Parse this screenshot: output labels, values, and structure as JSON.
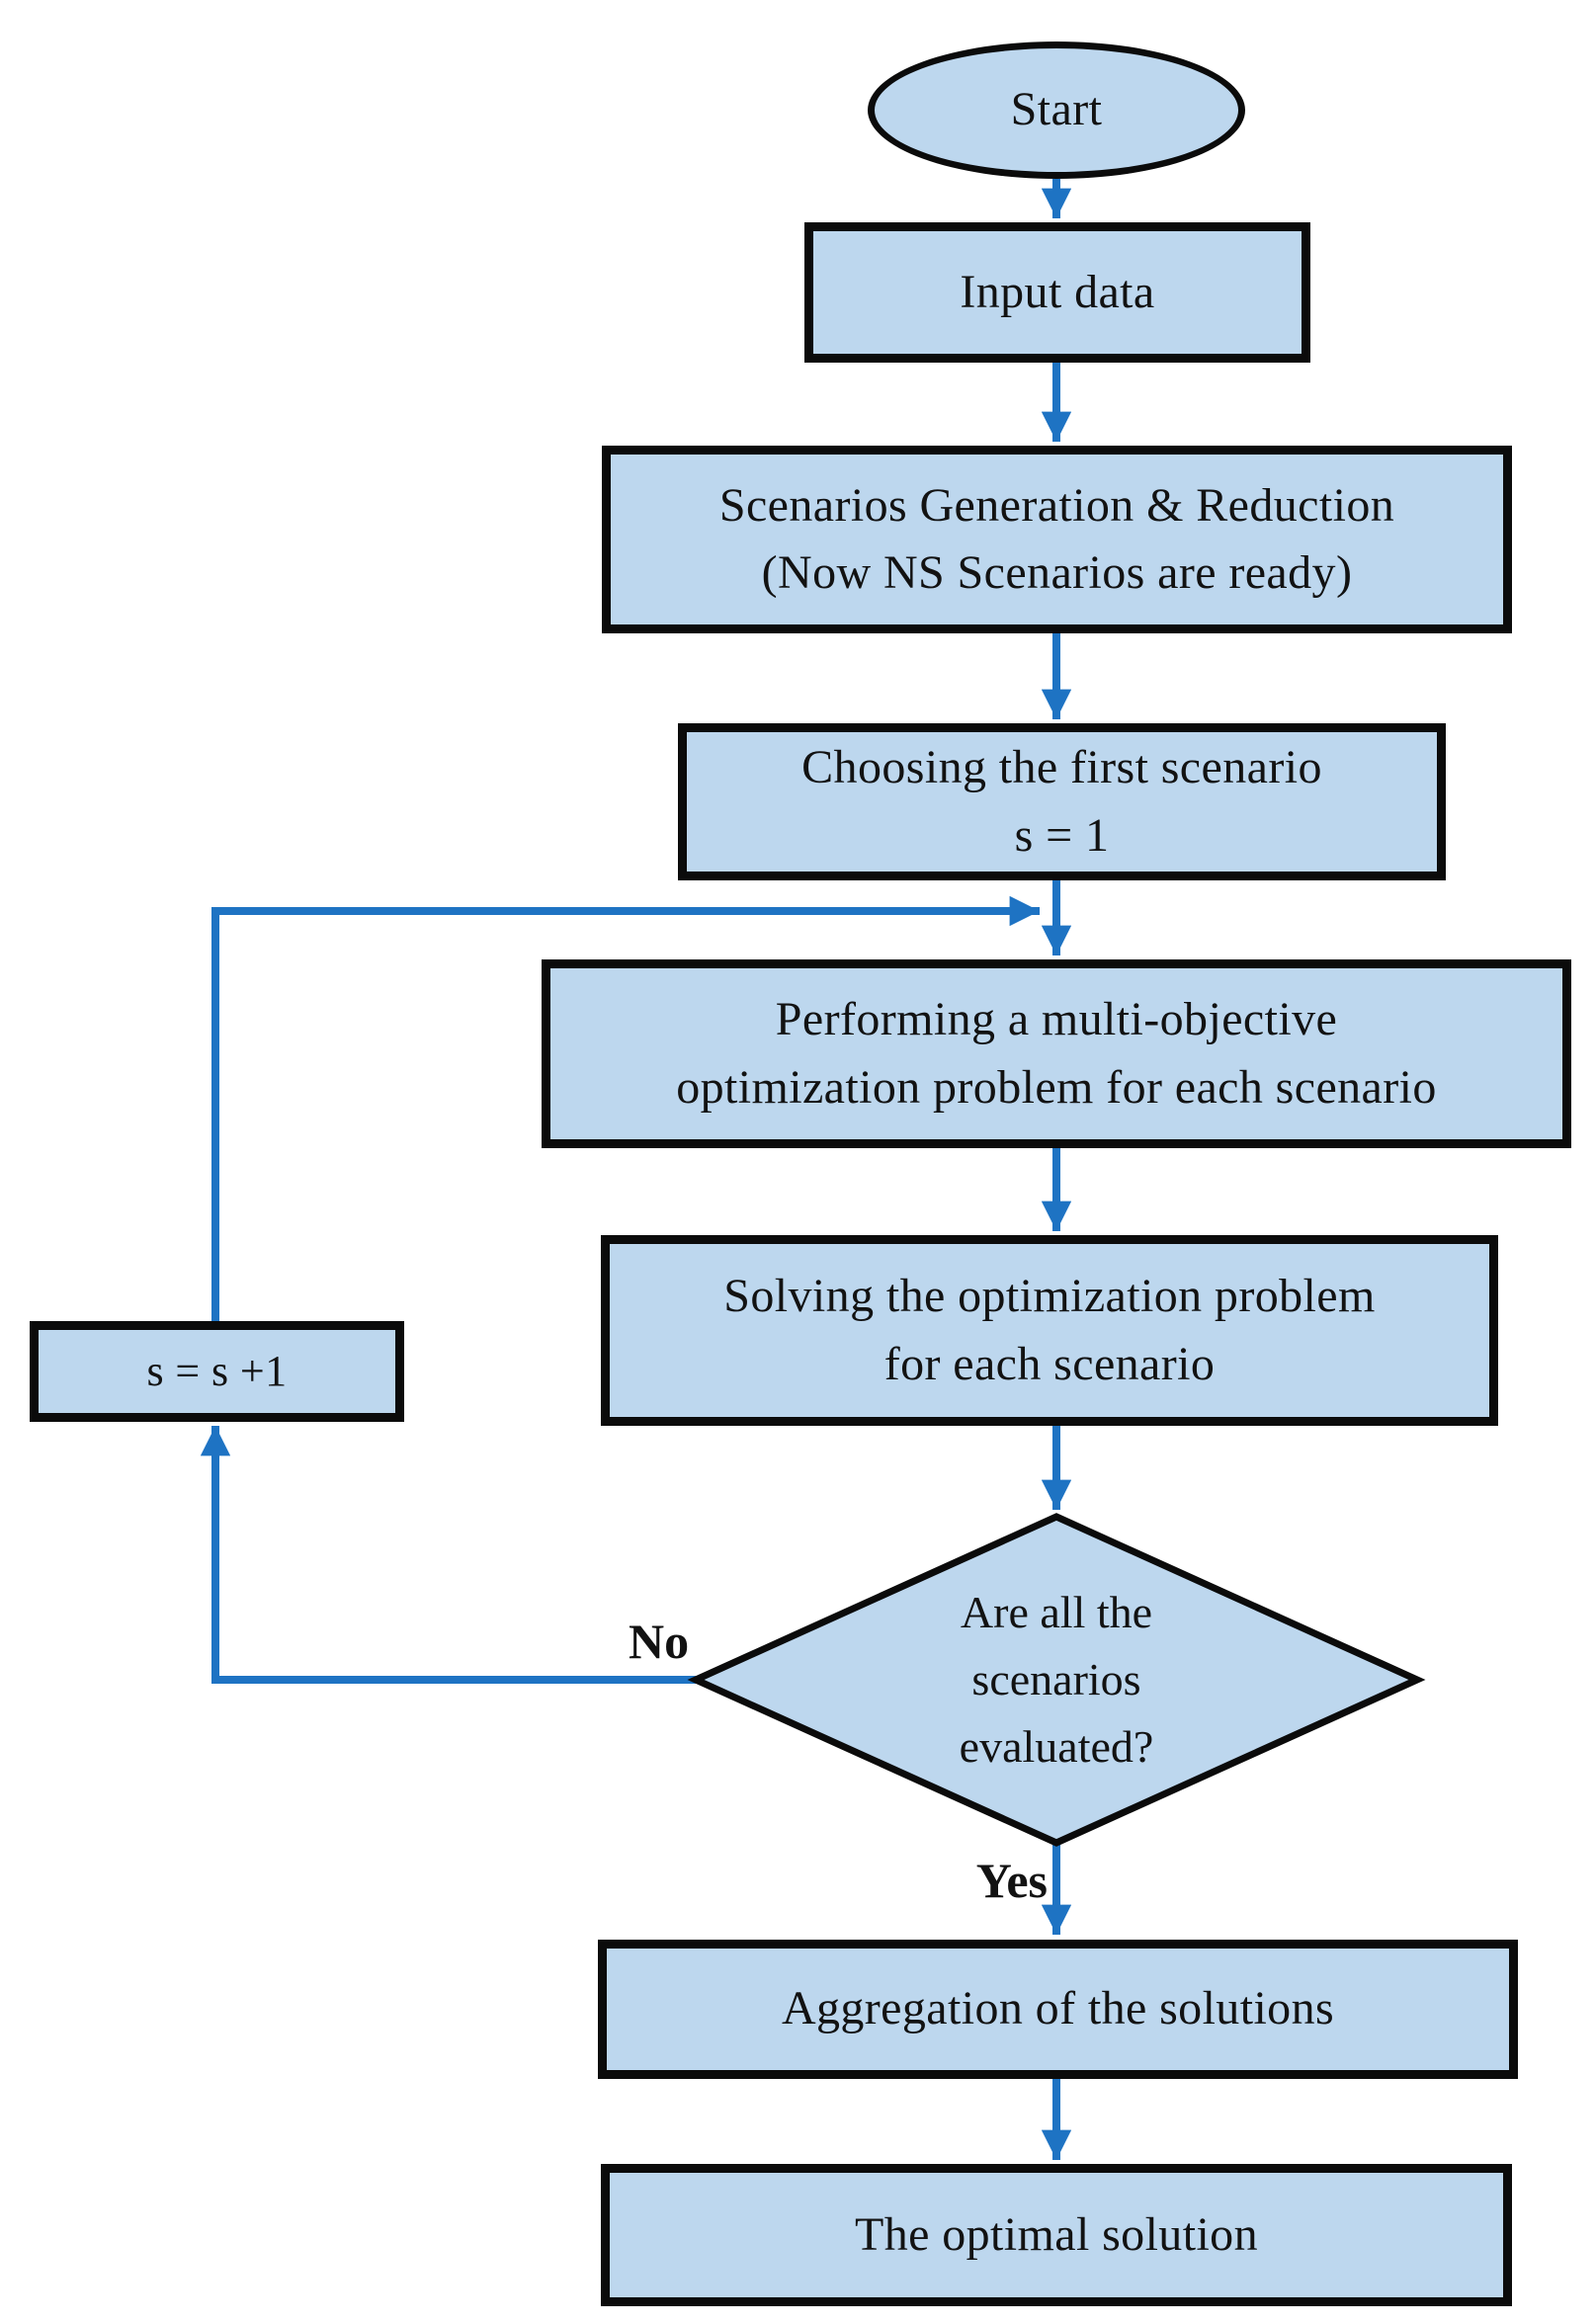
{
  "colors": {
    "node_fill": "#bdd7ee",
    "node_border": "#0b0b0b",
    "arrow": "#1e73c3",
    "text": "#121212"
  },
  "nodes": {
    "start": {
      "lines": [
        "Start"
      ]
    },
    "input_data": {
      "lines": [
        "Input data"
      ]
    },
    "scenarios_generation": {
      "lines": [
        "Scenarios Generation & Reduction",
        "(Now NS Scenarios are ready)"
      ]
    },
    "choosing_first_scenario": {
      "lines": [
        "Choosing the first scenario",
        "s = 1"
      ]
    },
    "performing_optimization": {
      "lines": [
        "Performing a multi-objective",
        "optimization problem for each scenario"
      ]
    },
    "solving_optimization": {
      "lines": [
        "Solving the optimization problem",
        "for each scenario"
      ]
    },
    "decision_all_scenarios": {
      "lines": [
        "Are all the",
        "scenarios",
        "evaluated?"
      ]
    },
    "increment_scenario": {
      "lines": [
        "s = s +1"
      ]
    },
    "aggregation": {
      "lines": [
        "Aggregation of the solutions"
      ]
    },
    "optimal_solution": {
      "lines": [
        "The optimal solution"
      ]
    }
  },
  "edge_labels": {
    "no": "No",
    "yes": "Yes"
  }
}
